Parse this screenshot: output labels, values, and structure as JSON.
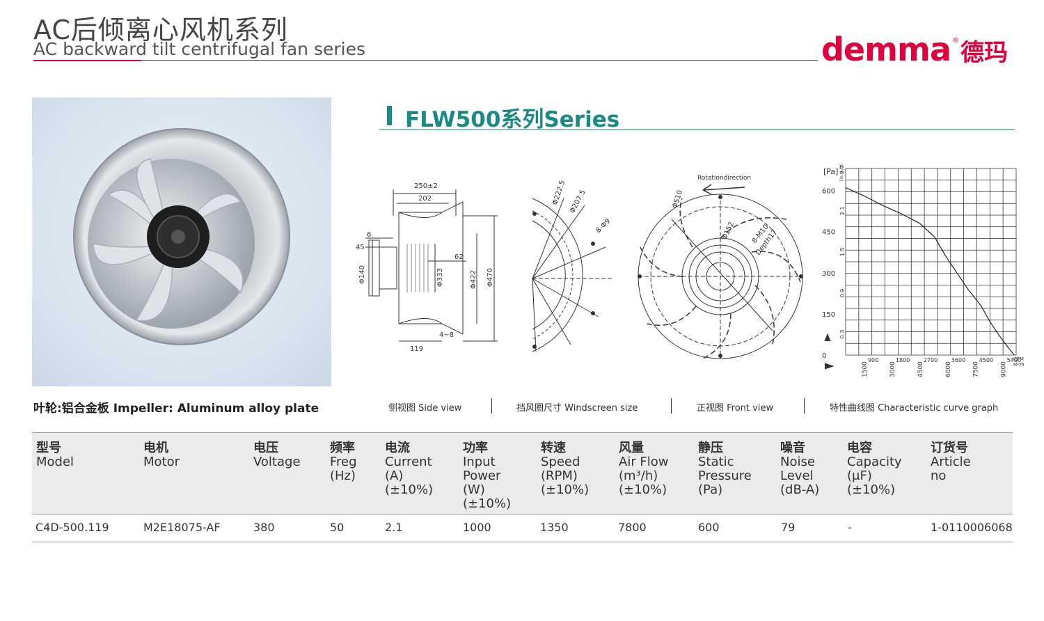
{
  "header": {
    "title_cn": "AC后倾离心风机系列",
    "title_en": "AC backward tilt centrifugal fan series",
    "brand_colors": {
      "accent": "#e0003c",
      "teal": "#1a8a83"
    }
  },
  "logo": {
    "word": "demma",
    "reg": "®",
    "cn": "德玛"
  },
  "series": {
    "title": "FLW500系列Series"
  },
  "captions": {
    "impeller": "叶轮:铝合金板 Impeller: Aluminum alloy plate",
    "side_view": "侧视图 Side view",
    "windscreen": "挡风圈尺寸 Windscreen size",
    "front_view": "正视图 Front view",
    "curve": "特性曲线图 Characteristic curve graph"
  },
  "side_view": {
    "d_250": "250±2",
    "d_202": "202",
    "d_6": "6",
    "d_45": "45",
    "d_62": "62",
    "d_140": "Φ140",
    "d_333": "Φ333",
    "d_422": "Φ422",
    "d_470": "Φ470",
    "d_119": "119",
    "d_4_8": "4~8"
  },
  "windscreen": {
    "d_2225": "Φ222.5",
    "d_2075": "Φ207.5",
    "d_holes": "8-Φ9"
  },
  "front_view": {
    "rotation": "Rotationdirection",
    "d_510": "Φ510",
    "d_152": "Φ152",
    "d_m10": "8-M10",
    "d_depth": "Depth17"
  },
  "chart_data": {
    "type": "line",
    "title": "",
    "ylabel": "[Pa]",
    "y_ticks": [
      "0",
      "150",
      "300",
      "450",
      "600"
    ],
    "y2_ticks": [
      "0.3",
      "0.9",
      "1.5",
      "2.1",
      "2.7"
    ],
    "y2_label": "[in.H₂O]",
    "x_ticks_top": [
      "900",
      "1800",
      "2700",
      "3600",
      "4500",
      "5400"
    ],
    "x_unit_top": "CFM",
    "x_unit_bottom": "M³/h",
    "x_ticks_bottom": [
      "1500",
      "3000",
      "4500",
      "6000",
      "7500",
      "9000"
    ],
    "xlim": [
      0,
      9200
    ],
    "ylim": [
      0,
      680
    ],
    "series": [
      {
        "x": [
          0,
          1000,
          2000,
          3000,
          4000,
          4800,
          5400,
          6000,
          6600,
          7300,
          7800,
          8300,
          8800,
          9100
        ],
        "y": [
          610,
          580,
          545,
          515,
          480,
          430,
          360,
          300,
          240,
          180,
          120,
          70,
          25,
          0
        ]
      }
    ],
    "grid": true
  },
  "table": {
    "headers": [
      {
        "cn": "型号",
        "en": "Model"
      },
      {
        "cn": "电机",
        "en": "Motor"
      },
      {
        "cn": "电压",
        "en": "Voltage"
      },
      {
        "cn": "频率",
        "en": "Freg\n(Hz)"
      },
      {
        "cn": "电流",
        "en": "Current\n(A)\n(±10%)"
      },
      {
        "cn": "功率",
        "en": "Input\nPower\n(W)\n(±10%)"
      },
      {
        "cn": "转速",
        "en": "Speed\n(RPM)\n(±10%)"
      },
      {
        "cn": "风量",
        "en": "Air Flow\n(m³/h)\n(±10%)"
      },
      {
        "cn": "静压",
        "en": "Static\nPressure\n(Pa)"
      },
      {
        "cn": "噪音",
        "en": "Noise\nLevel\n(dB-A)"
      },
      {
        "cn": "电容",
        "en": "Capacity\n(μF)\n(±10%)"
      },
      {
        "cn": "订货号",
        "en": "Article\nno"
      }
    ],
    "rows": [
      [
        "C4D-500.119",
        "M2E18075-AF",
        "380",
        "50",
        "2.1",
        "1000",
        "1350",
        "7800",
        "600",
        "79",
        "-",
        "1-0110006068"
      ]
    ]
  }
}
